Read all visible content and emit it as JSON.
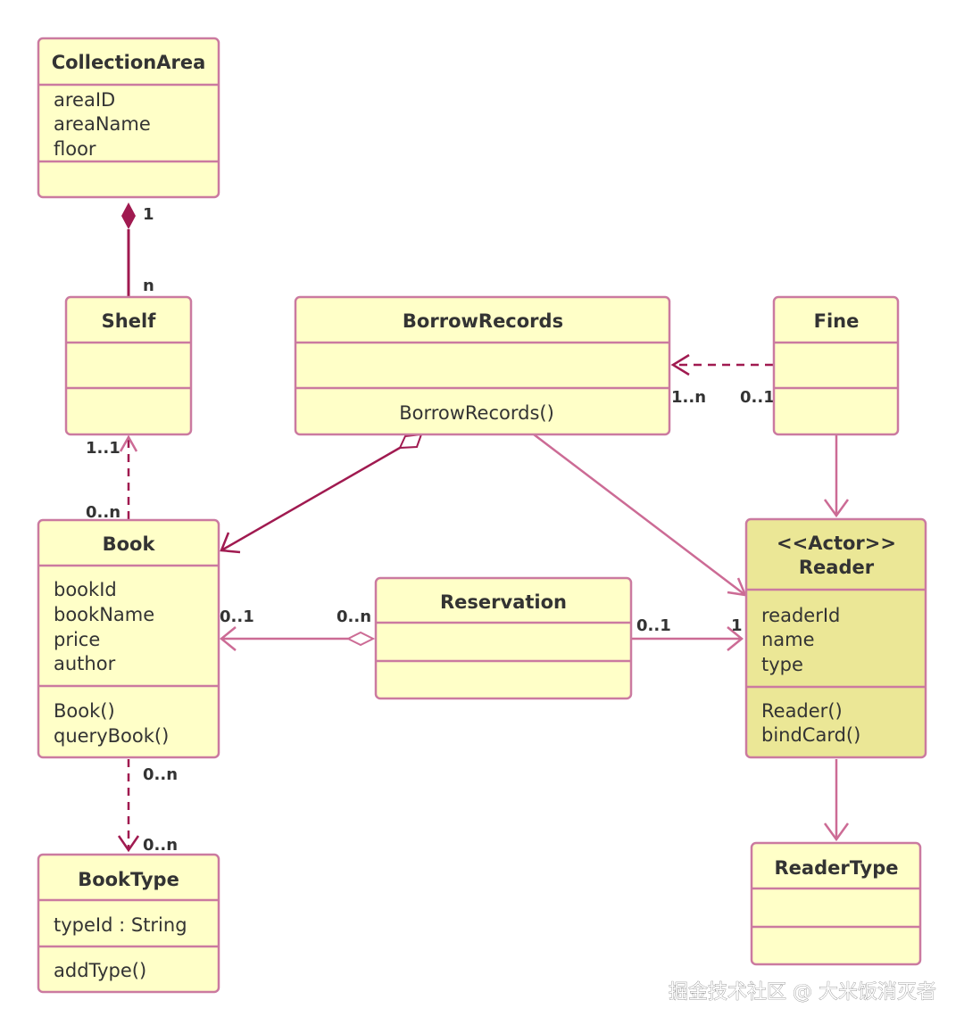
{
  "colors": {
    "box_fill": "#ffffc8",
    "actor_fill": "#ebe796",
    "box_stroke": "#cb7aa0",
    "line": "#cc6b95",
    "dark_line": "#a01a50"
  },
  "classes": {
    "collection_area": {
      "name": "CollectionArea",
      "attributes": [
        "areaID",
        "areaName",
        "floor"
      ],
      "operations": []
    },
    "shelf": {
      "name": "Shelf",
      "attributes": [],
      "operations": []
    },
    "borrow_records": {
      "name": "BorrowRecords",
      "attributes": [],
      "operations": [
        "BorrowRecords()"
      ]
    },
    "fine": {
      "name": "Fine",
      "attributes": [],
      "operations": []
    },
    "book": {
      "name": "Book",
      "attributes": [
        "bookId",
        "bookName",
        "price",
        "author"
      ],
      "operations": [
        "Book()",
        "queryBook()"
      ]
    },
    "reservation": {
      "name": "Reservation",
      "attributes": [],
      "operations": []
    },
    "reader": {
      "stereotype": "<<Actor>>",
      "name": "Reader",
      "attributes": [
        "readerId",
        "name",
        "type"
      ],
      "operations": [
        "Reader()",
        "bindCard()"
      ]
    },
    "book_type": {
      "name": "BookType",
      "attributes": [
        "typeId : String"
      ],
      "operations": [
        "addType()"
      ]
    },
    "reader_type": {
      "name": "ReaderType",
      "attributes": [],
      "operations": []
    }
  },
  "relationships": [
    {
      "from": "CollectionArea",
      "to": "Shelf",
      "kind": "composition",
      "multiplicities": [
        "1",
        "n"
      ]
    },
    {
      "from": "Book",
      "to": "Shelf",
      "kind": "dependency",
      "multiplicities": [
        "0..n",
        "1..1"
      ]
    },
    {
      "from": "Fine",
      "to": "BorrowRecords",
      "kind": "dependency",
      "multiplicities": [
        "0..1",
        "1..n"
      ]
    },
    {
      "from": "BorrowRecords",
      "to": "Book",
      "kind": "aggregation",
      "multiplicities": []
    },
    {
      "from": "BorrowRecords",
      "to": "Reader",
      "kind": "association",
      "multiplicities": []
    },
    {
      "from": "Fine",
      "to": "Reader",
      "kind": "association",
      "multiplicities": []
    },
    {
      "from": "Reservation",
      "to": "Book",
      "kind": "aggregation",
      "multiplicities": [
        "0..n",
        "0..1"
      ]
    },
    {
      "from": "Reservation",
      "to": "Reader",
      "kind": "association",
      "multiplicities": [
        "0..1",
        "1"
      ]
    },
    {
      "from": "Book",
      "to": "BookType",
      "kind": "dependency",
      "multiplicities": [
        "0..n",
        "0..n"
      ]
    },
    {
      "from": "Reader",
      "to": "ReaderType",
      "kind": "association",
      "multiplicities": []
    }
  ],
  "watermark": "掘金技术社区 @ 大米饭消灭者"
}
